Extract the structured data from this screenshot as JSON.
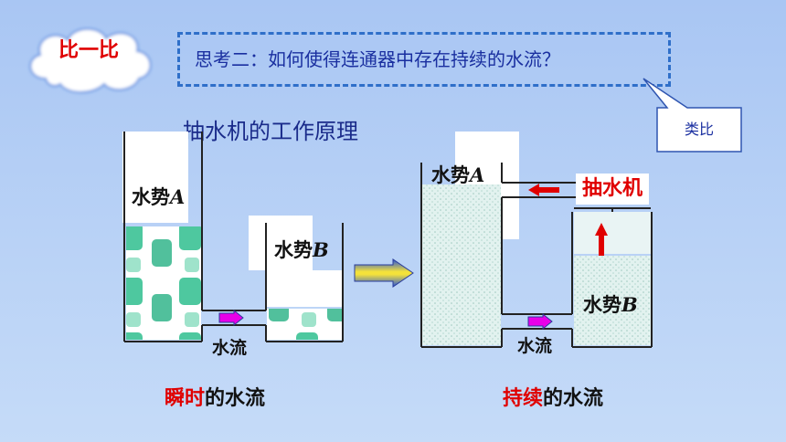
{
  "header": {
    "badge_label": "比一比",
    "question": "思考二：如何使得连通器中存在持续的水流？",
    "callout_label": "类比"
  },
  "diagram": {
    "title": "抽水机的工作原理",
    "left": {
      "potential_a_text": "水势",
      "potential_a_var": "A",
      "potential_b_text": "水势",
      "potential_b_var": "B",
      "flow_label": "水流",
      "caption_highlight": "瞬时",
      "caption_rest": "的水流"
    },
    "right": {
      "potential_a_text": "水势",
      "potential_a_var": "A",
      "potential_b_text": "水势",
      "potential_b_var": "B",
      "pump_label": "抽水机",
      "flow_label": "水流",
      "caption_highlight": "持续",
      "caption_rest": "的水流"
    }
  },
  "colors": {
    "accent_red": "#e00000",
    "text_blue": "#1a2fa0",
    "water_green": "#2bb58a",
    "water_light": "#cfe9e4",
    "arrow_magenta": "#e800e8"
  }
}
